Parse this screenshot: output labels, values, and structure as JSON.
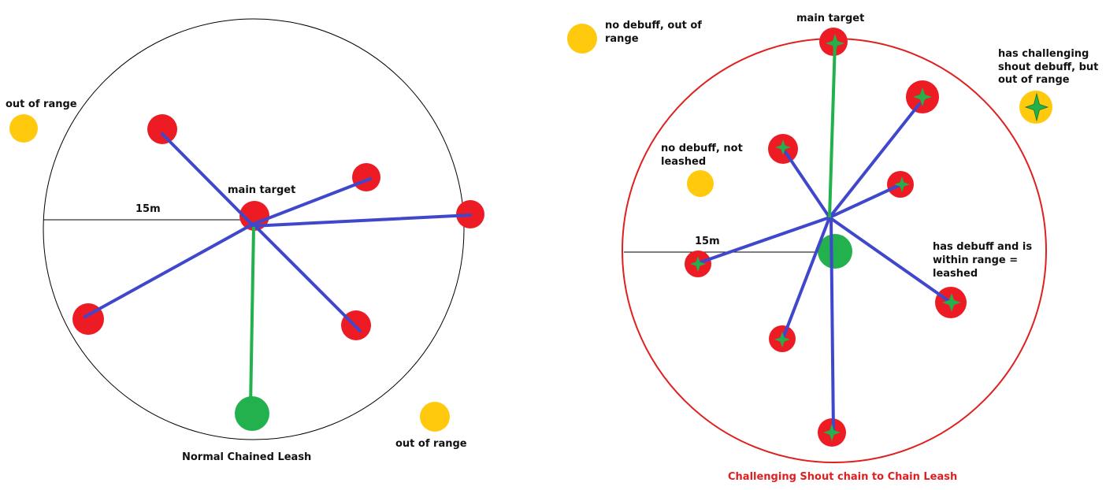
{
  "colors": {
    "enemy": "#ed1c24",
    "player": "#22b14c",
    "out_of_range": "#ffc90e",
    "chain": "#3f48cc",
    "leash": "#22b14c",
    "boundary_right": "#e02020",
    "boundary_left": "#000000",
    "debuff_star": "#22b14c"
  },
  "left_diagram": {
    "title": "Normal Chained Leash",
    "radius_label": "15m",
    "main_target_label": "main target",
    "out_of_range_label_1": "out of range",
    "out_of_range_label_2": "out of range"
  },
  "right_diagram": {
    "title": "Challenging Shout chain to Chain Leash",
    "radius_label": "15m",
    "main_target_label": "main target",
    "no_debuff_out_of_range_label": "no debuff, out of range",
    "no_debuff_out_of_range_lines": [
      "no debuff, out of",
      "range"
    ],
    "no_debuff_not_leashed_label": "no debuff, not leashed",
    "no_debuff_not_leashed_lines": [
      "no debuff, not",
      "leashed"
    ],
    "challenging_out_of_range_label": "has challenging shout debuff, but out of range",
    "challenging_out_of_range_lines": [
      "has challenging",
      "shout debuff, but",
      "out of range"
    ],
    "leashed_label": "has debuff and is within range = leashed",
    "leashed_lines": [
      "has debuff and is",
      "within range =",
      "leashed"
    ]
  }
}
